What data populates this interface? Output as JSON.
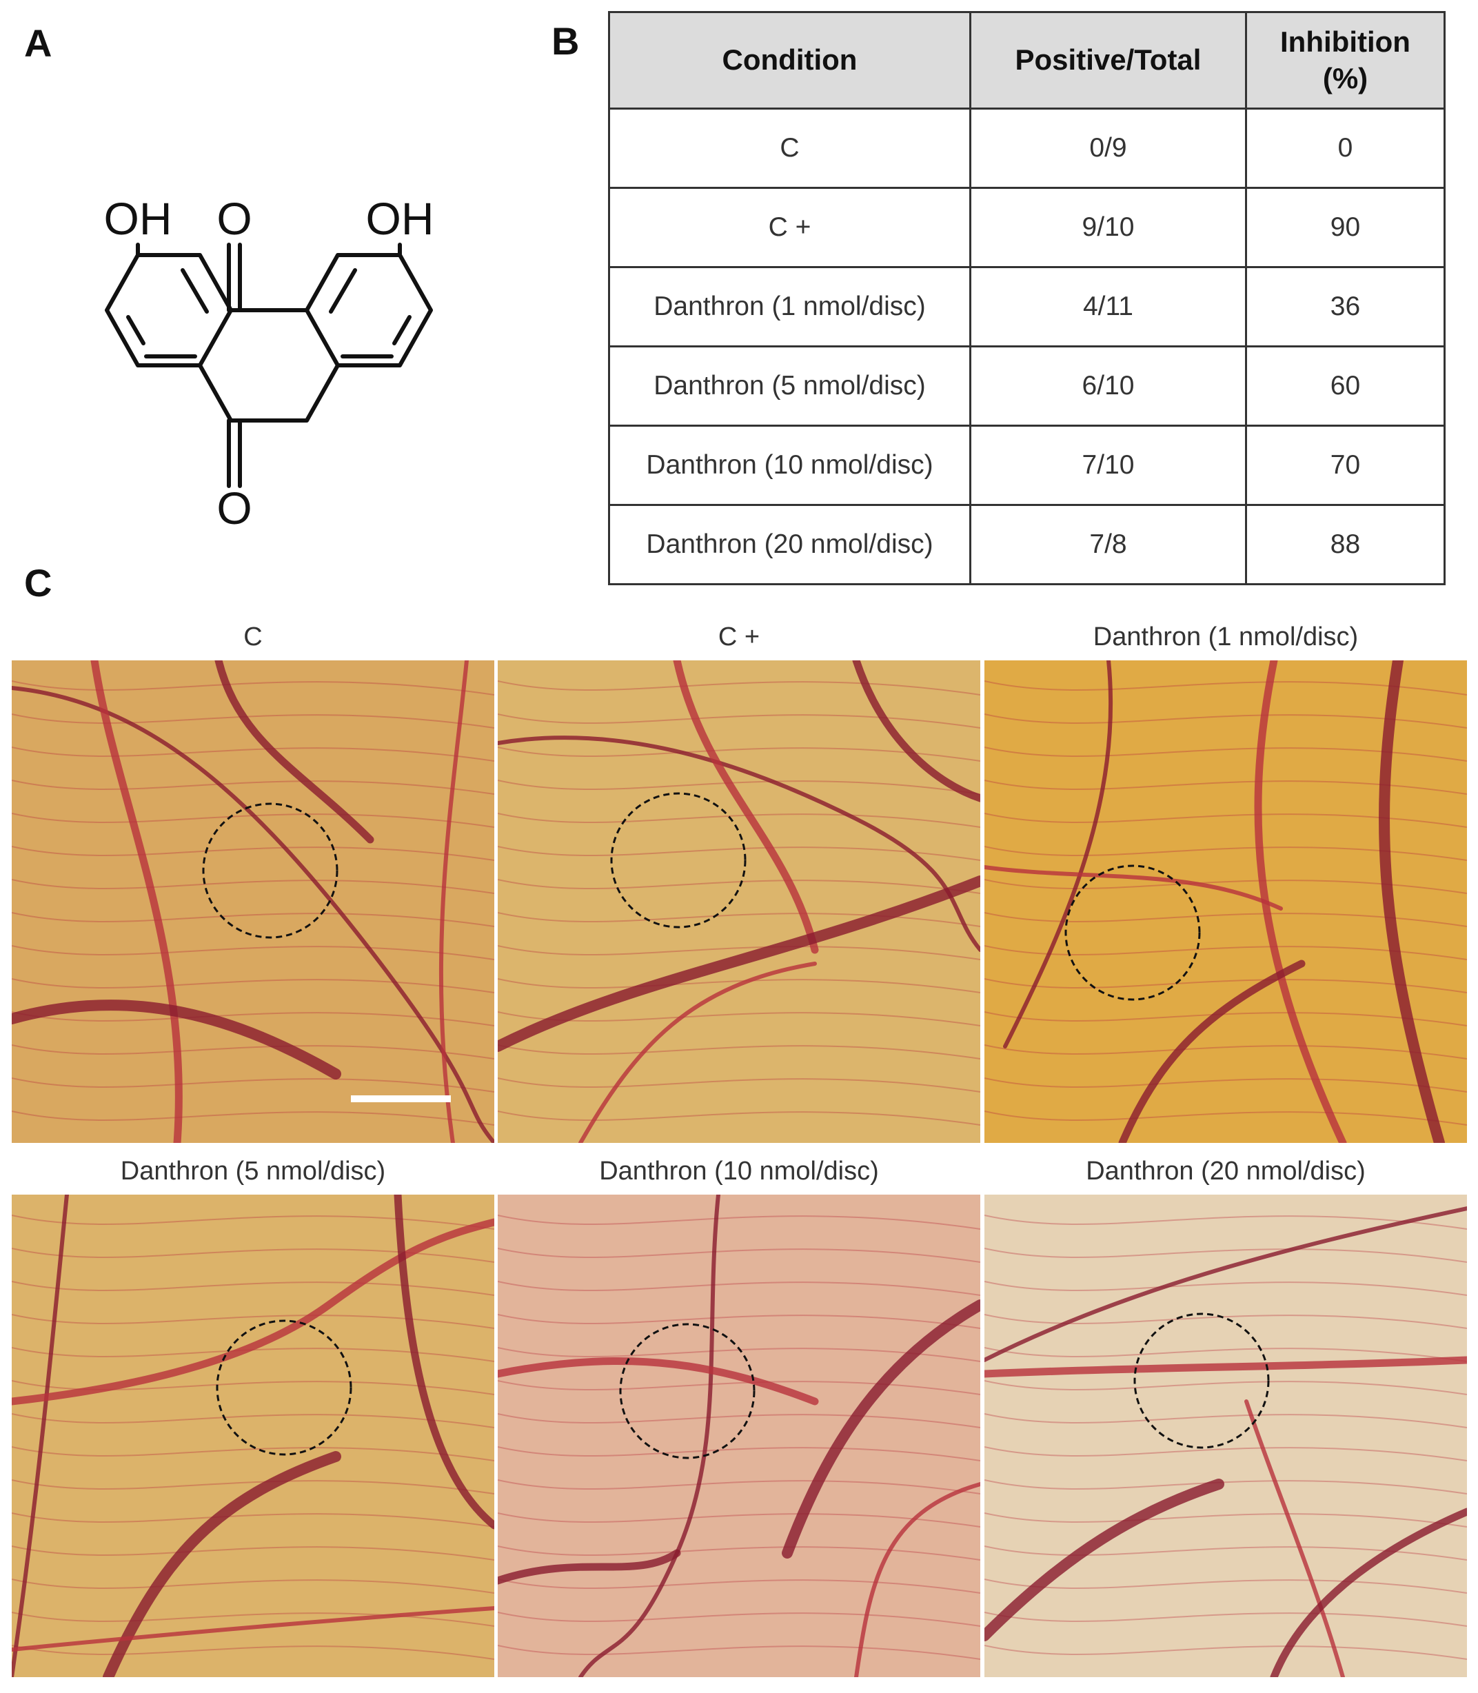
{
  "panels": {
    "a": "A",
    "b": "B",
    "c": "C"
  },
  "structure": {
    "oh_left": "OH",
    "o_top": "O",
    "oh_right": "OH",
    "o_bottom": "O"
  },
  "table": {
    "headers": {
      "condition": "Condition",
      "positive_total": "Positive/Total",
      "inhibition_line1": "Inhibition",
      "inhibition_line2": "(%)"
    },
    "rows": [
      {
        "condition": "C",
        "positive_total": "0/9",
        "inhibition": "0"
      },
      {
        "condition": "C +",
        "positive_total": "9/10",
        "inhibition": "90"
      },
      {
        "condition": "Danthron (1 nmol/disc)",
        "positive_total": "4/11",
        "inhibition": "36"
      },
      {
        "condition": "Danthron (5 nmol/disc)",
        "positive_total": "6/10",
        "inhibition": "60"
      },
      {
        "condition": "Danthron (10 nmol/disc)",
        "positive_total": "7/10",
        "inhibition": "70"
      },
      {
        "condition": "Danthron (20 nmol/disc)",
        "positive_total": "7/8",
        "inhibition": "88"
      }
    ]
  },
  "photos": [
    {
      "title": "C",
      "bg": "#d9a860"
    },
    {
      "title": "C +",
      "bg": "#dcb56c"
    },
    {
      "title": "Danthron (1 nmol/disc)",
      "bg": "#e0aa45"
    },
    {
      "title": "Danthron (5 nmol/disc)",
      "bg": "#dcb36a"
    },
    {
      "title": "Danthron (10 nmol/disc)",
      "bg": "#e2b49a"
    },
    {
      "title": "Danthron (20 nmol/disc)",
      "bg": "#e6d2b4"
    }
  ],
  "colors": {
    "vessel": "#b8323c",
    "vessel_dark": "#8a1c2e",
    "header_bg": "#dcdcdc",
    "scale_bar": "#ffffff"
  }
}
